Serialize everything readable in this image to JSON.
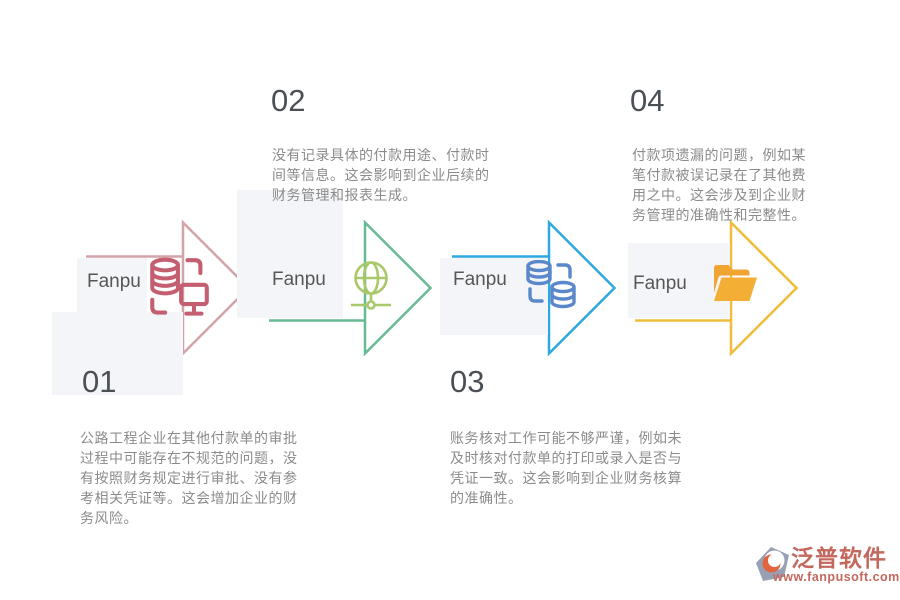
{
  "page": {
    "background_color": "#ffffff",
    "panel_color": "#f4f5f8"
  },
  "steps": [
    {
      "number": "01",
      "brand": "Fanpu",
      "description": "公路工程企业在其他付款单的审批过程中可能存在不规范的问题，没有按照财务规定进行审批、没有参考相关凭证等。这会增加企业的财务风险。",
      "icon": "database-monitor-icon",
      "arrow_color": "#d2a3a9",
      "icon_color": "#c35f70"
    },
    {
      "number": "02",
      "brand": "Fanpu",
      "description": "没有记录具体的付款用途、付款时间等信息。这会影响到企业后续的财务管理和报表生成。",
      "icon": "globe-network-icon",
      "arrow_color": "#67bb93",
      "icon_color": "#a9c86a"
    },
    {
      "number": "03",
      "brand": "Fanpu",
      "description": "账务核对工作可能不够严谨，例如未及时核对付款单的打印或录入是否与凭证一致。这会影响到企业财务核算的准确性。",
      "icon": "database-sync-icon",
      "arrow_color": "#2ba9e0",
      "icon_color": "#5b87cb"
    },
    {
      "number": "04",
      "brand": "Fanpu",
      "description": "付款项遗漏的问题，例如某笔付款被误记录在了其他费用之中。这会涉及到企业财务管理的准确性和完整性。",
      "icon": "open-folder-icon",
      "arrow_color": "#f0bd3a",
      "icon_color": "#f0a432"
    }
  ],
  "footer": {
    "brand_name": "泛普软件",
    "website": "www.fanpusoft.com",
    "brand_color": "#c4685e"
  }
}
